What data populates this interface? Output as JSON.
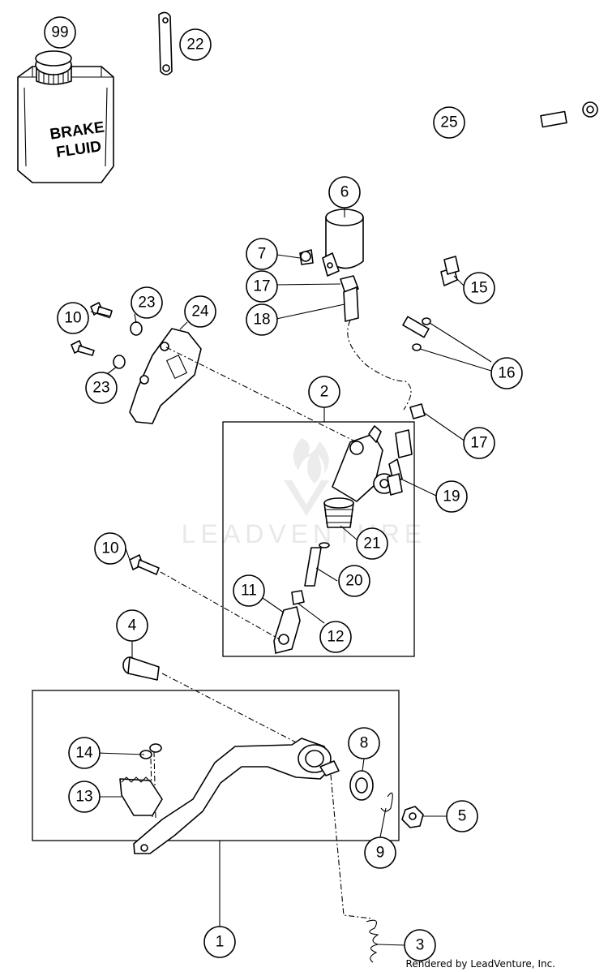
{
  "diagram": {
    "bottle_label_line1": "BRAKE",
    "bottle_label_line2": "FLUID",
    "watermark": "LEADVENTURE",
    "footer": "Rendered by LeadVenture, Inc."
  },
  "callouts": [
    "99",
    "22",
    "25",
    "6",
    "7",
    "17",
    "18",
    "15",
    "10",
    "23",
    "24",
    "16",
    "23",
    "2",
    "17",
    "19",
    "21",
    "10",
    "20",
    "11",
    "12",
    "4",
    "8",
    "14",
    "13",
    "5",
    "9",
    "1",
    "3"
  ]
}
